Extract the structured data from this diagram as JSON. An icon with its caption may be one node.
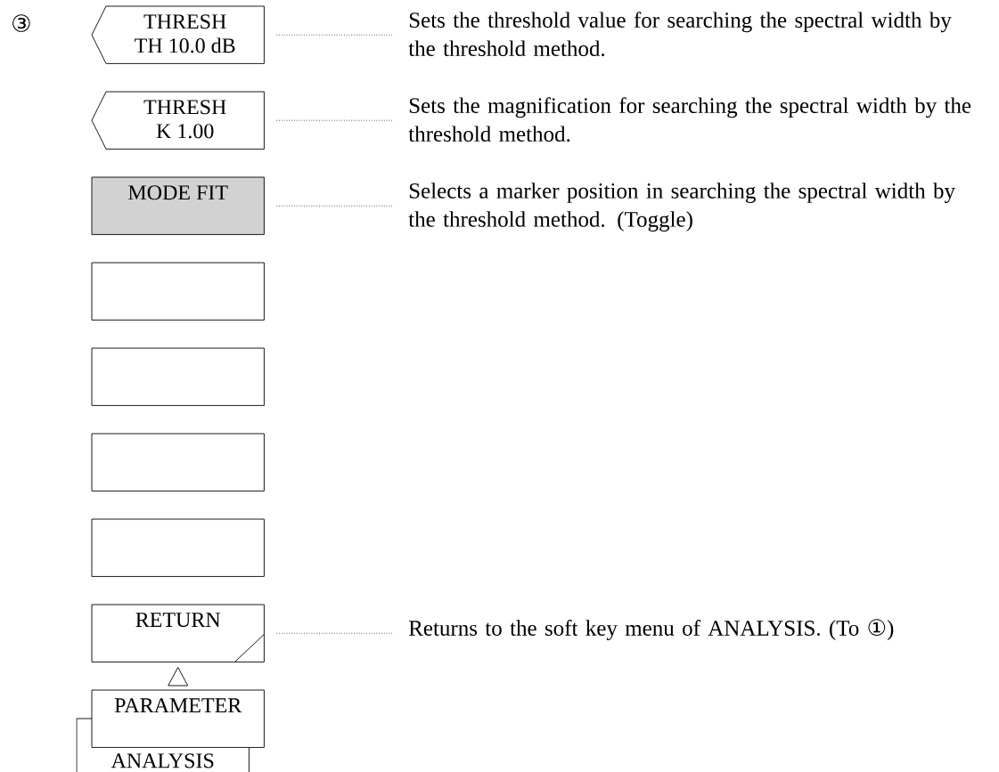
{
  "diagram": {
    "nodes": [
      {
        "text": [
          "THRESH",
          "TH 10.0 dB"
        ]
      },
      {
        "text": [
          "THRESH",
          "K 1.00"
        ]
      },
      {
        "text": [
          "MODE FIT"
        ]
      },
      {
        "text": [],
        "shape": "box"
      },
      {
        "text": [],
        "shape": "box"
      },
      {
        "text": [],
        "shape": "box"
      },
      {
        "text": [],
        "shape": "box"
      },
      {
        "text": [
          "RETURN"
        ]
      },
      {
        "text": [
          "PARAMETER"
        ]
      },
      {
        "text": [
          "ANALYSIS"
        ]
      },
      {
        "text": [
          "Sets the threshold value for searching the spectral width by the threshold method."
        ]
      },
      {
        "text": [
          "Sets the magnification for searching the spectral width by the threshold method."
        ]
      },
      {
        "text": [
          "Selects a marker position in searching the spectral width by the threshold method. (Toggle)"
        ]
      },
      {
        "text": [
          "Returns to the soft key menu of ANALYSIS. (To ①)"
        ]
      }
    ],
    "edges": [
      {
        "from": 10,
        "to": 0,
        "arrow": "none"
      },
      {
        "from": 11,
        "to": 1,
        "arrow": "none"
      },
      {
        "from": 12,
        "to": 2,
        "arrow": "none"
      },
      {
        "from": 13,
        "to": 7,
        "arrow": "none"
      },
      {
        "from": 8,
        "to": 7,
        "arrow": "to"
      }
    ],
    "labels": [
      "③"
    ]
  }
}
